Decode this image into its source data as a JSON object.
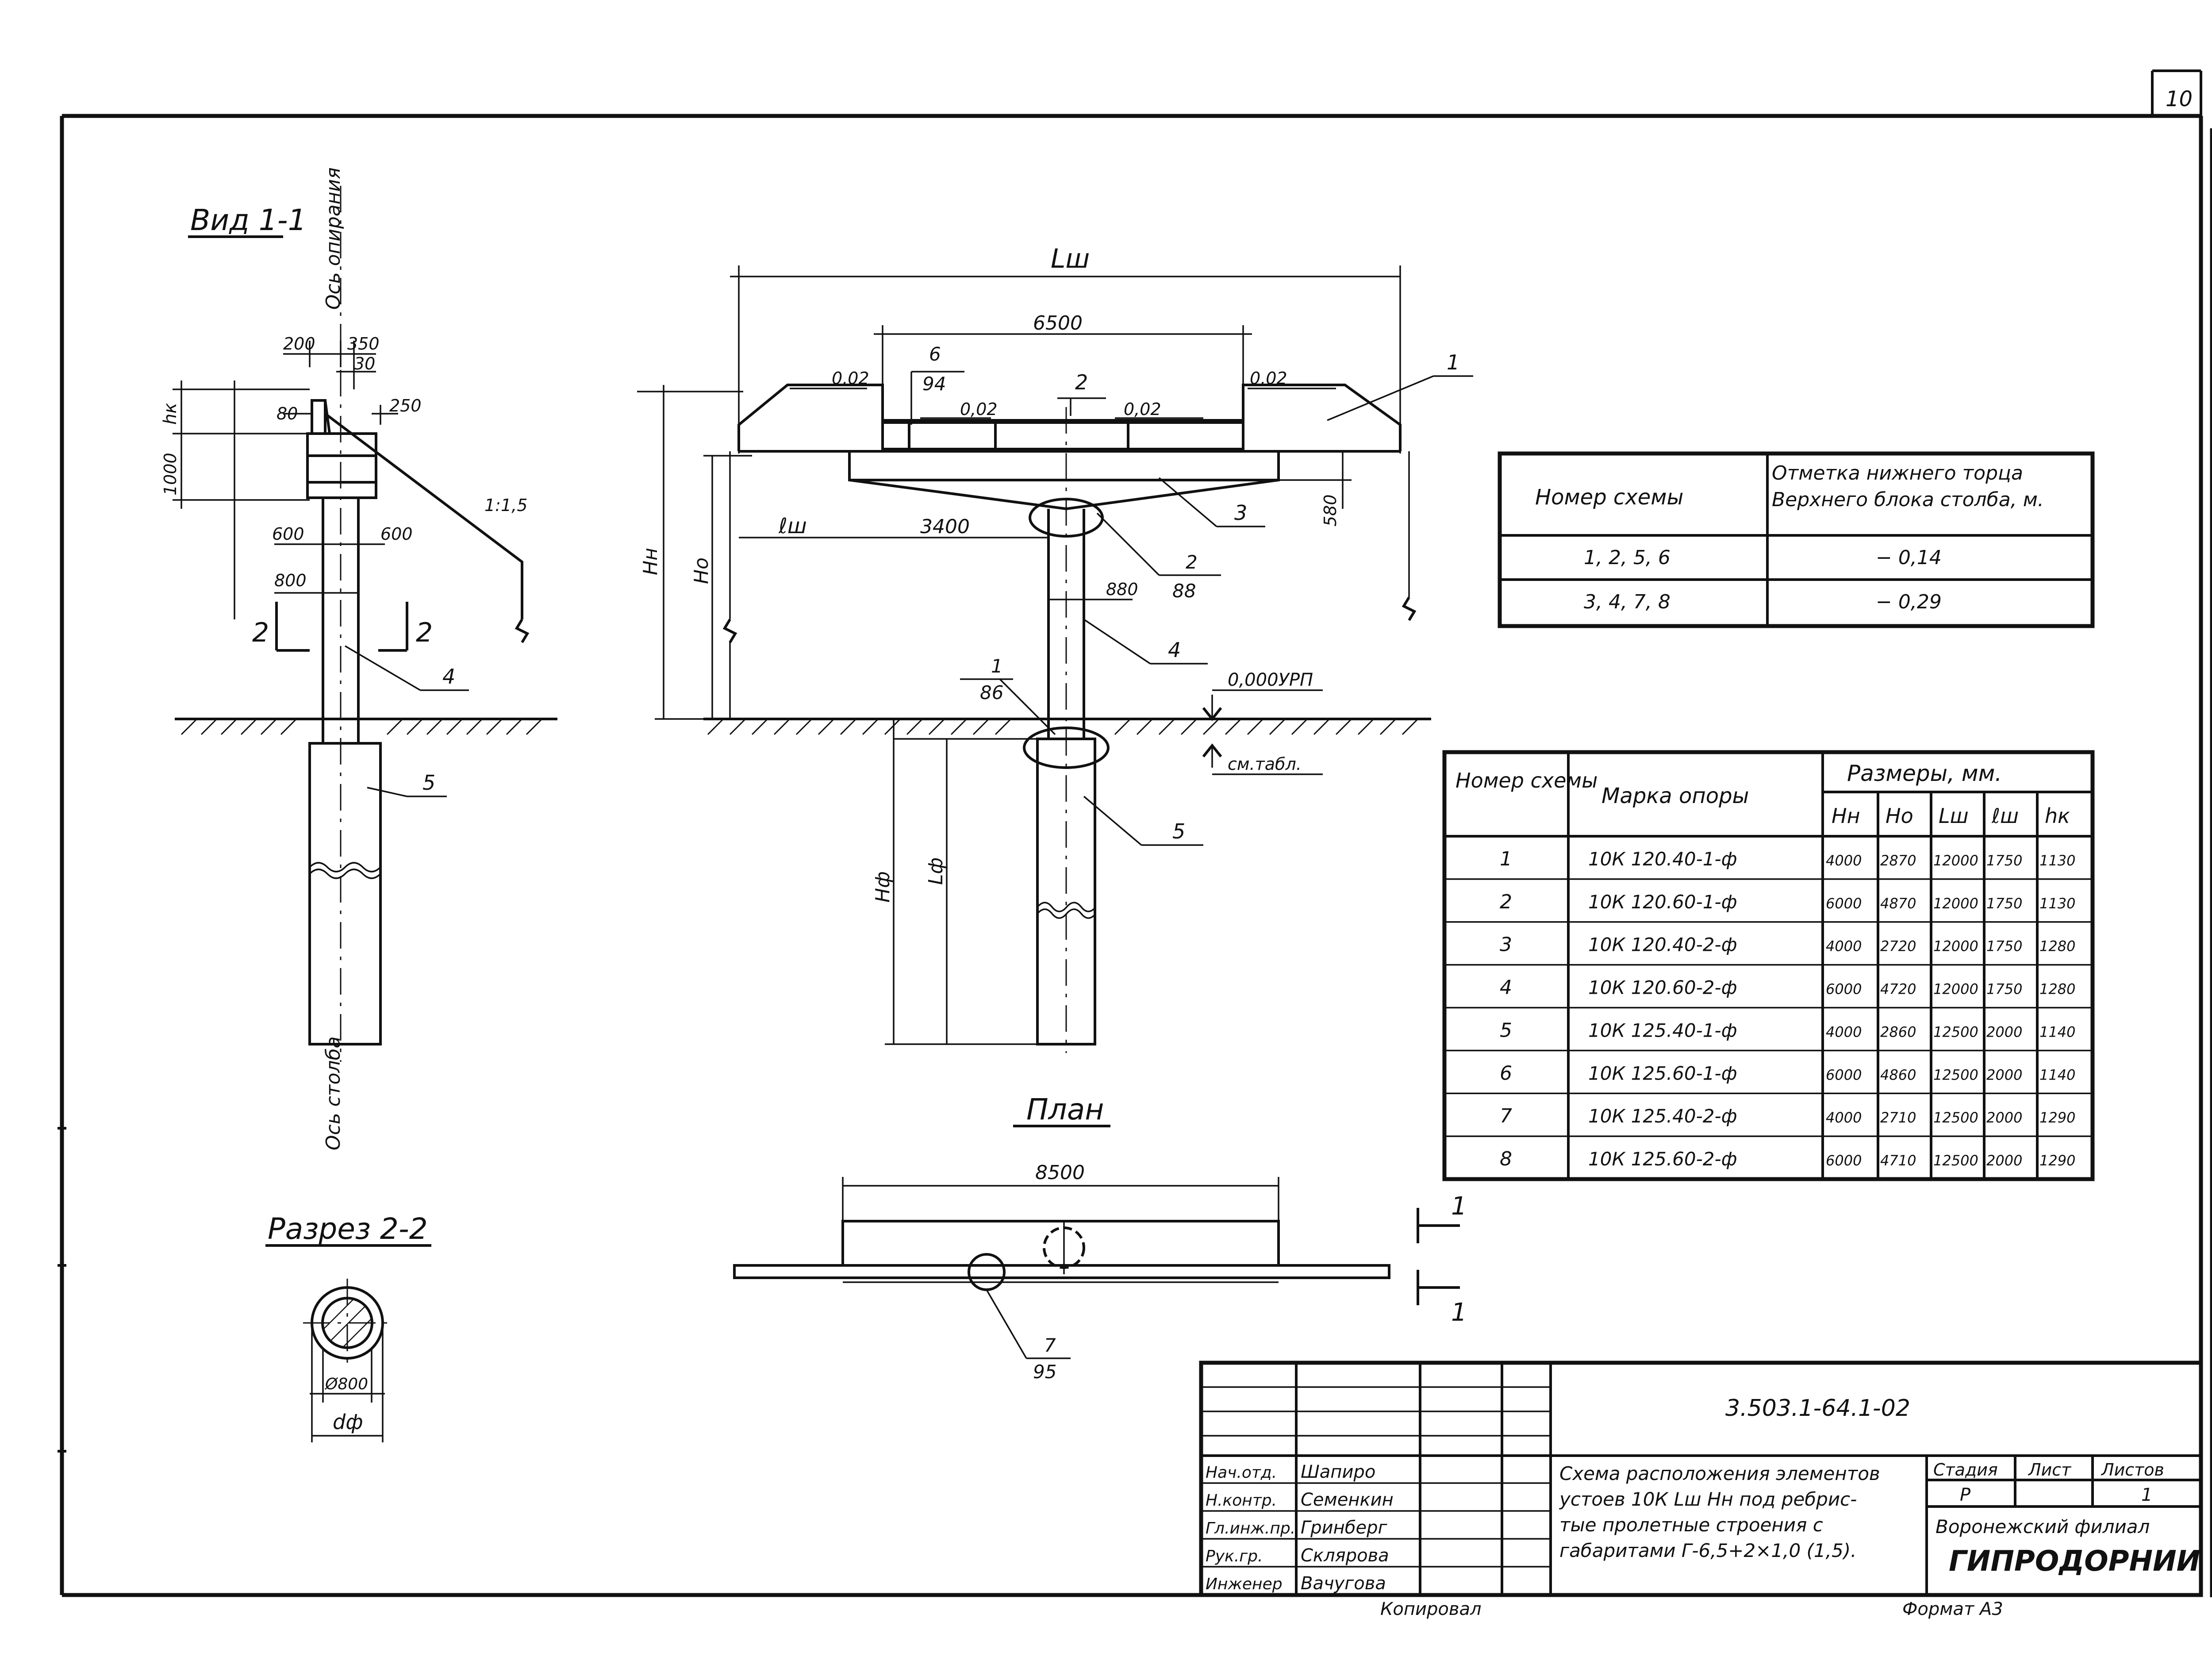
{
  "sheet_number": "10",
  "view_1_1": {
    "title": "Вид 1-1",
    "axis_top": "Ось опирания",
    "axis_bottom": "Ось столба",
    "dims": {
      "d200": "200",
      "d350": "350",
      "d30": "30",
      "d250": "250",
      "d80": "80",
      "hk": "hк",
      "d1000": "1000",
      "d600l": "600",
      "d600r": "600",
      "d800": "800",
      "slope": "1:1,5"
    },
    "section_marks": [
      "2",
      "2"
    ],
    "callouts": [
      "4",
      "5"
    ]
  },
  "section_2_2": {
    "title": "Разрез 2-2",
    "diameter": "Ø800",
    "dp": "dф"
  },
  "elevation": {
    "Lw": "Lш",
    "d6500": "6500",
    "slope_l": "0,02",
    "slope_cl": "0,02",
    "slope_cr": "0,02",
    "slope_r": "0,02",
    "Hn": "Hн",
    "Ho": "Hо",
    "lw": "ℓш",
    "d3400": "3400",
    "d580": "580",
    "d880": "880",
    "level0": "0,000УРП",
    "see_table": "см.табл.",
    "Hf": "Hф",
    "Lf": "Lф",
    "callouts": [
      "1",
      "2",
      "3",
      "4",
      "5"
    ],
    "fractions": [
      {
        "num": "6",
        "den": "94"
      },
      {
        "num": "2",
        "den": "88"
      },
      {
        "num": "1",
        "den": "86"
      }
    ]
  },
  "plan": {
    "title": "План",
    "d8500": "8500",
    "fraction": {
      "num": "7",
      "den": "95"
    },
    "section_marks": [
      "1",
      "1"
    ]
  },
  "table1": {
    "headers": [
      "Номер схемы",
      "Отметка нижнего торца Верхнего блока столба, м."
    ],
    "rows": [
      [
        "1, 2, 5, 6",
        "− 0,14"
      ],
      [
        "3, 4, 7, 8",
        "− 0,29"
      ]
    ]
  },
  "table2": {
    "h_num": "Номер схемы",
    "h_mark": "Марка опоры",
    "h_sizes": "Размеры, мм.",
    "sub": [
      "Hн",
      "Hо",
      "Lш",
      "ℓш",
      "hк"
    ],
    "rows": [
      [
        "1",
        "10К 120.40-1-ф",
        "4000",
        "2870",
        "12000",
        "1750",
        "1130"
      ],
      [
        "2",
        "10К 120.60-1-ф",
        "6000",
        "4870",
        "12000",
        "1750",
        "1130"
      ],
      [
        "3",
        "10К 120.40-2-ф",
        "4000",
        "2720",
        "12000",
        "1750",
        "1280"
      ],
      [
        "4",
        "10К 120.60-2-ф",
        "6000",
        "4720",
        "12000",
        "1750",
        "1280"
      ],
      [
        "5",
        "10К 125.40-1-ф",
        "4000",
        "2860",
        "12500",
        "2000",
        "1140"
      ],
      [
        "6",
        "10К 125.60-1-ф",
        "6000",
        "4860",
        "12500",
        "2000",
        "1140"
      ],
      [
        "7",
        "10К 125.40-2-ф",
        "4000",
        "2710",
        "12500",
        "2000",
        "1290"
      ],
      [
        "8",
        "10К 125.60-2-ф",
        "6000",
        "4710",
        "12500",
        "2000",
        "1290"
      ]
    ]
  },
  "title_block": {
    "code": "3.503.1-64.1-02",
    "roles": [
      {
        "role": "Нач.отд.",
        "name": "Шапиро"
      },
      {
        "role": "Н.контр.",
        "name": "Семенкин"
      },
      {
        "role": "Гл.инж.пр.",
        "name": "Гринберг"
      },
      {
        "role": "Рук.гр.",
        "name": "Склярова"
      },
      {
        "role": "Инженер",
        "name": "Вачугова"
      }
    ],
    "description": [
      "Схема расположения элементов",
      "устоев 10К Lш Hн под ребрис-",
      "тые пролетные строения с",
      "габаритами Г-6,5+2×1,0 (1,5)."
    ],
    "stage_h": "Стадия",
    "sheet_h": "Лист",
    "sheets_h": "Листов",
    "stage": "Р",
    "sheet": "",
    "sheets": "1",
    "org1": "Воронежский филиал",
    "org2": "ГИПРОДОРНИИ",
    "copied": "Копировал",
    "format": "Формат А3"
  }
}
